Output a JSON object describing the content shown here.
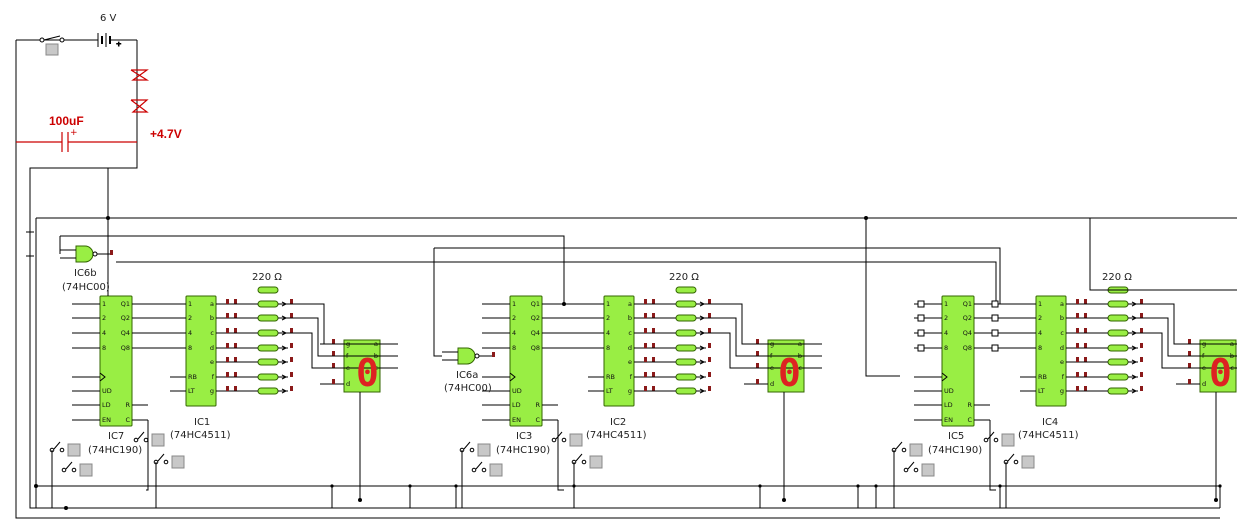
{
  "colors": {
    "wire": "#000000",
    "red_wire": "#cc0000",
    "chip_fill": "#99ee44",
    "chip_stroke": "#336600",
    "terminal": "#8b1a1a",
    "switch_btn": "#c8c8c8"
  },
  "power": {
    "battery_label": "6 V",
    "capacitor_label": "100uF",
    "regulated_label": "+4.7V"
  },
  "gates": [
    {
      "name": "IC6b",
      "type": "(74HC00)"
    },
    {
      "name": "IC6a",
      "type": "(74HC00)"
    }
  ],
  "stages": [
    {
      "counter": {
        "name": "IC7",
        "type": "(74HC190)"
      },
      "decoder": {
        "name": "IC1",
        "type": "(74HC4511)"
      },
      "resistor_label": "220 Ω",
      "display_digit": "0"
    },
    {
      "counter": {
        "name": "IC3",
        "type": "(74HC190)"
      },
      "decoder": {
        "name": "IC2",
        "type": "(74HC4511)"
      },
      "resistor_label": "220 Ω",
      "display_digit": "0"
    },
    {
      "counter": {
        "name": "IC5",
        "type": "(74HC190)"
      },
      "decoder": {
        "name": "IC4",
        "type": "(74HC4511)"
      },
      "resistor_label": "220 Ω",
      "display_digit": "0"
    }
  ],
  "pins": {
    "counter_left": [
      "1",
      "2",
      "4",
      "8",
      "",
      "UD",
      "LD",
      "EN"
    ],
    "counter_right": [
      "Q1",
      "Q2",
      "Q4",
      "Q8",
      "",
      "",
      "R",
      "C"
    ],
    "decoder_left": [
      "1",
      "2",
      "4",
      "8",
      "",
      "RB",
      "LT",
      ""
    ],
    "decoder_right": [
      "a",
      "b",
      "c",
      "d",
      "e",
      "f",
      "g",
      ""
    ],
    "display": [
      "g",
      "f",
      "e",
      "d",
      "a",
      "b",
      "c"
    ]
  }
}
